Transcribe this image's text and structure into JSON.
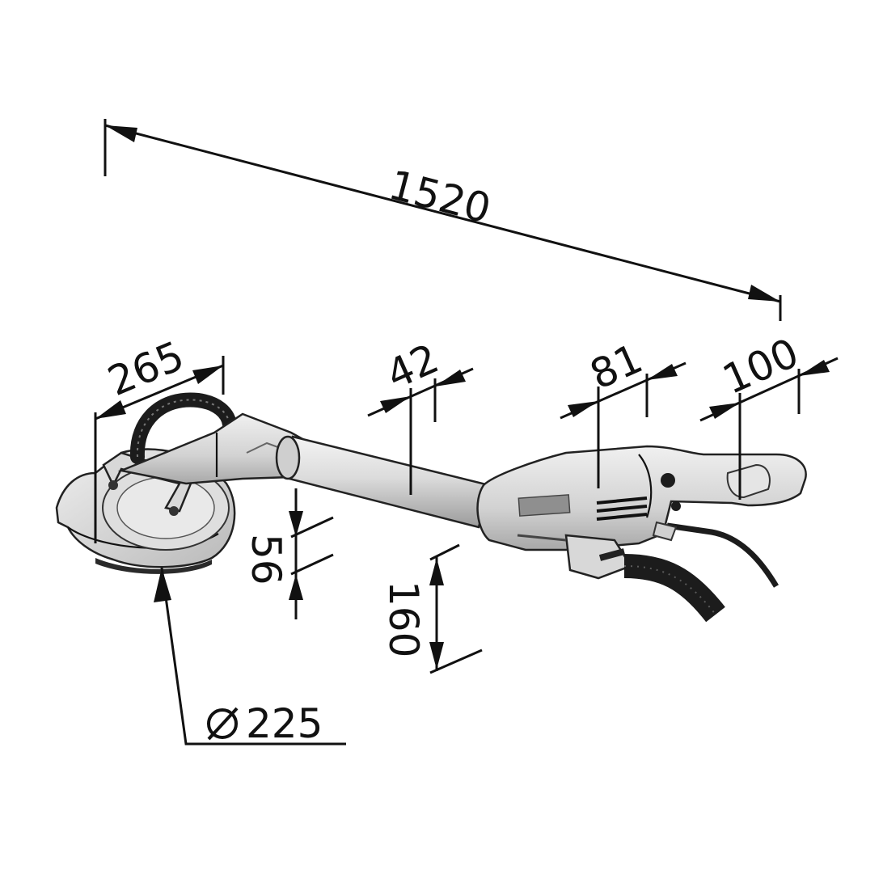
{
  "dimensions": {
    "overall_length": "1520",
    "head_width": "265",
    "tube_diameter": "42",
    "motor_width": "81",
    "handle_width": "100",
    "head_height": "56",
    "motor_height": "160",
    "disc_diameter": "⌀225"
  },
  "colors": {
    "line": "#111111",
    "metal_light": "#e9e9e9",
    "metal_mid": "#cfcfcf",
    "metal_dark": "#9a9a9a",
    "hose_black": "#1c1c1c"
  },
  "icons": {
    "diameter": "diameter-symbol-icon"
  }
}
